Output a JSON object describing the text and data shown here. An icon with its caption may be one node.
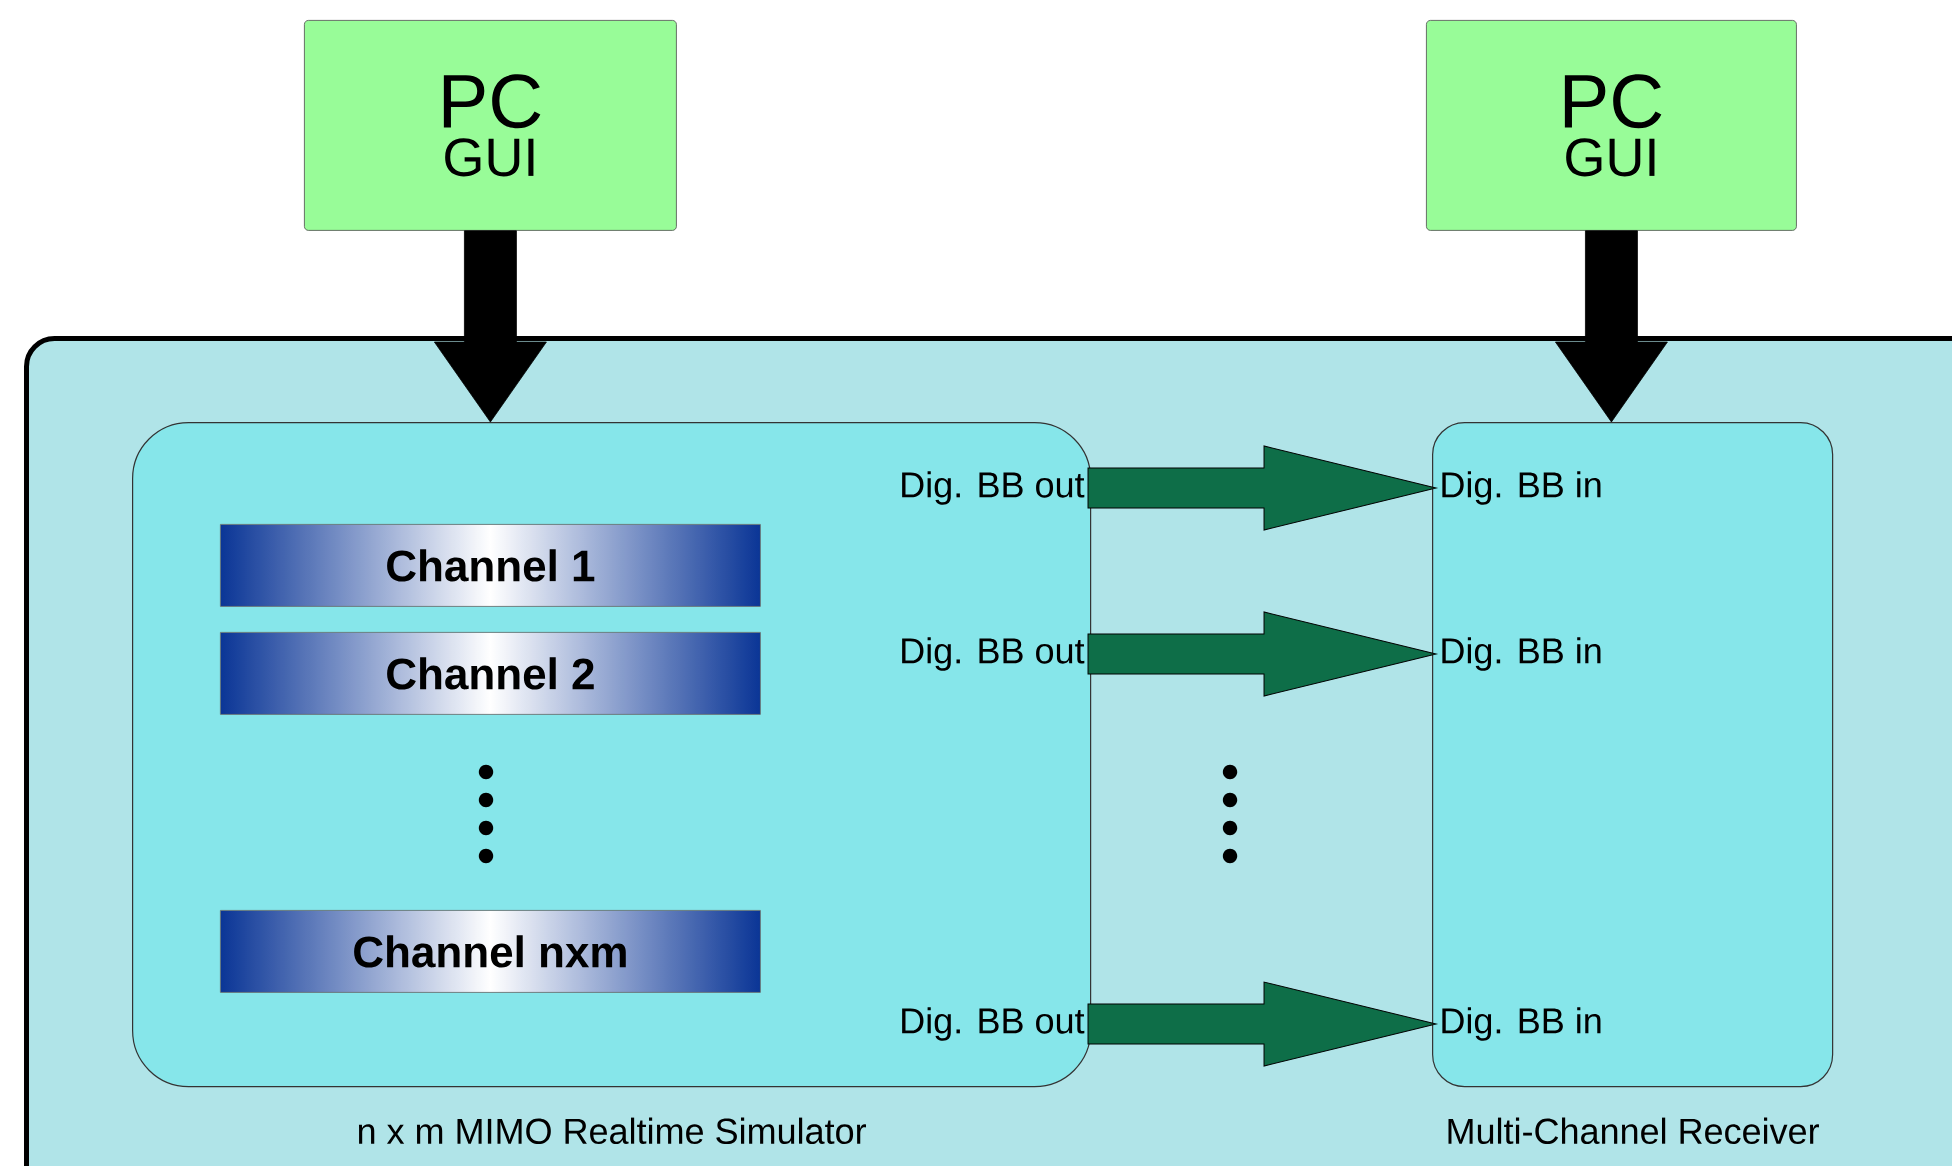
{
  "diagram": {
    "nodes": [
      {
        "text": [
          "PC",
          "GUI"
        ]
      },
      {
        "text": [
          "PC",
          "GUI"
        ]
      },
      {
        "text": [],
        "shape": "box"
      },
      {
        "text": [],
        "shape": "box",
        "in": 2,
        "beside": [
          "n x m MIMO Realtime Simulator"
        ]
      },
      {
        "text": [
          "Channel 1"
        ],
        "in": 3
      },
      {
        "text": [
          "Channel 2"
        ],
        "in": 3
      },
      {
        "text": [
          "Channel nxm"
        ],
        "in": 3
      },
      {
        "text": [
          "Dig. BB out"
        ],
        "in": 3
      },
      {
        "text": [
          "Dig. BB out"
        ],
        "in": 3
      },
      {
        "text": [
          "Dig. BB out"
        ],
        "in": 3
      },
      {
        "text": [],
        "shape": "box",
        "in": 2,
        "beside": [
          "Multi-Channel Receiver"
        ]
      },
      {
        "text": [
          "Dig. BB in"
        ],
        "in": 10
      },
      {
        "text": [
          "Dig. BB in"
        ],
        "in": 10
      },
      {
        "text": [
          "Dig. BB in"
        ],
        "in": 10
      }
    ],
    "edges": [
      {
        "from": 0,
        "to": 3,
        "arrow": "to"
      },
      {
        "from": 1,
        "to": 10,
        "arrow": "to"
      },
      {
        "from": 7,
        "to": 11,
        "arrow": "to"
      },
      {
        "from": 8,
        "to": 12,
        "arrow": "to"
      },
      {
        "from": 9,
        "to": 13,
        "arrow": "to"
      }
    ]
  }
}
